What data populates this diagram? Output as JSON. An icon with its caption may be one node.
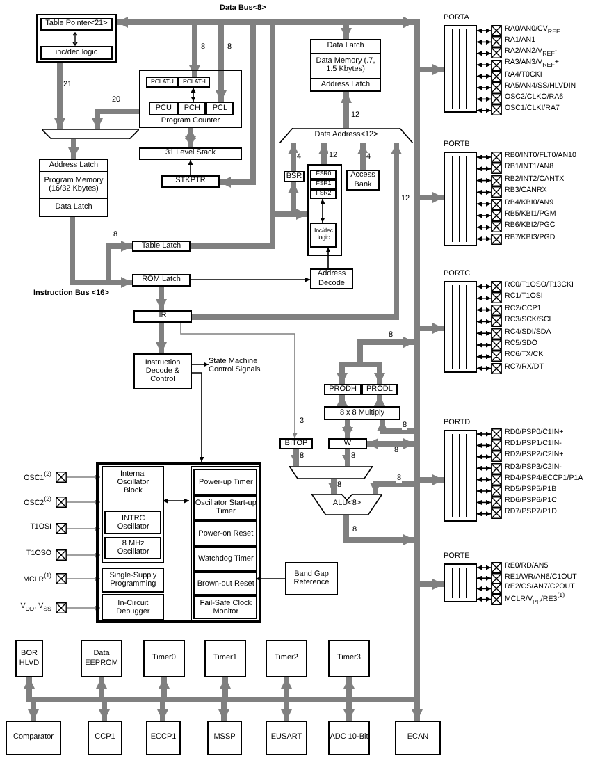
{
  "diagram": {
    "nodes": [
      {
        "text": [
          "Table Pointer<21>",
          "inc/dec logic"
        ]
      },
      {
        "text": [
          "Program Counter"
        ]
      },
      {
        "text": [
          "PCLATU"
        ],
        "in": 1
      },
      {
        "text": [
          "PCLATH"
        ],
        "in": 1
      },
      {
        "text": [
          "PCU"
        ],
        "in": 1
      },
      {
        "text": [
          "PCH"
        ],
        "in": 1
      },
      {
        "text": [
          "PCL"
        ],
        "in": 1
      },
      {
        "text": [
          "31 Level Stack"
        ]
      },
      {
        "text": [
          "STKPTR"
        ]
      },
      {
        "text": [],
        "shape": "trapezoid"
      },
      {
        "text": [
          "Address Latch",
          "Program Memory (16/32 Kbytes)",
          "Data Latch"
        ]
      },
      {
        "text": [
          "Table Latch"
        ]
      },
      {
        "text": [
          "ROM Latch"
        ]
      },
      {
        "text": [
          "IR"
        ]
      },
      {
        "text": [
          "Instruction Decode & Control"
        ]
      },
      {
        "text": [
          "State Machine Control Signals"
        ]
      },
      {
        "text": [
          "Data Latch",
          "Data Memory (.7, 1.5 Kbytes)",
          "Address Latch"
        ]
      },
      {
        "text": [
          "Data Address<12>"
        ]
      },
      {
        "text": [
          "BSR"
        ]
      },
      {
        "text": [],
        "shape": "box"
      },
      {
        "text": [
          "FSR0"
        ],
        "in": 19
      },
      {
        "text": [
          "FSR1"
        ],
        "in": 19
      },
      {
        "text": [
          "FSR2"
        ],
        "in": 19
      },
      {
        "text": [
          "Inc/dec logic"
        ],
        "in": 19
      },
      {
        "text": [
          "Access Bank"
        ]
      },
      {
        "text": [
          "Address Decode"
        ]
      },
      {
        "text": [
          "PRODH"
        ]
      },
      {
        "text": [
          "PRODL"
        ]
      },
      {
        "text": [
          "8 x 8 Multiply"
        ]
      },
      {
        "text": [
          "BITOP"
        ]
      },
      {
        "text": [
          "W"
        ]
      },
      {
        "text": [],
        "shape": "trapezoid"
      },
      {
        "text": [
          "ALU<8>"
        ]
      },
      {
        "text": [],
        "shape": "box"
      },
      {
        "text": [
          "Internal Oscillator Block"
        ],
        "in": 33
      },
      {
        "text": [
          "INTRC Oscillator"
        ],
        "in": 34
      },
      {
        "text": [
          "8 MHz Oscillator"
        ],
        "in": 34
      },
      {
        "text": [
          "Single-Supply Programming"
        ],
        "in": 33
      },
      {
        "text": [
          "In-Circuit Debugger"
        ],
        "in": 33
      },
      {
        "text": [],
        "shape": "box",
        "in": 33
      },
      {
        "text": [
          "Power-up Timer"
        ],
        "in": 39
      },
      {
        "text": [
          "Oscillator Start-up Timer"
        ],
        "in": 39
      },
      {
        "text": [
          "Power-on Reset"
        ],
        "in": 39
      },
      {
        "text": [
          "Watchdog Timer"
        ],
        "in": 39
      },
      {
        "text": [
          "Brown-out Reset"
        ],
        "in": 39
      },
      {
        "text": [
          "Fail-Safe Clock Monitor"
        ],
        "in": 39
      },
      {
        "text": [
          "Band Gap Reference"
        ]
      },
      {
        "text": [
          "OSC1$^{(2)}$"
        ]
      },
      {
        "text": [
          "OSC2$^{(2)}$"
        ]
      },
      {
        "text": [
          "T1OSI"
        ]
      },
      {
        "text": [
          "T1OSO"
        ]
      },
      {
        "text": [
          "MCLR$^{(1)}$"
        ]
      },
      {
        "text": [
          "V$_{DD}$, V$_{SS}$"
        ]
      },
      {
        "text": [
          "PORTA"
        ]
      },
      {
        "text": [
          "RA0/AN0/CV$_{REF}$"
        ]
      },
      {
        "text": [
          "RA1/AN1"
        ]
      },
      {
        "text": [
          "RA2/AN2/V$_{REF}$-"
        ]
      },
      {
        "text": [
          "RA3/AN3/V$_{REF}$+"
        ]
      },
      {
        "text": [
          "RA4/T0CKI"
        ]
      },
      {
        "text": [
          "RA5/AN4/SS/HLVDIN"
        ]
      },
      {
        "text": [
          "OSC2/CLKO/RA6"
        ]
      },
      {
        "text": [
          "OSC1/CLKI/RA7"
        ]
      },
      {
        "text": [
          "PORTB"
        ]
      },
      {
        "text": [
          "RB0/INT0/FLT0/AN10"
        ]
      },
      {
        "text": [
          "RB1/INT1/AN8"
        ]
      },
      {
        "text": [
          "RB2/INT2/CANTX"
        ]
      },
      {
        "text": [
          "RB3/CANRX"
        ]
      },
      {
        "text": [
          "RB4/KBI0/AN9"
        ]
      },
      {
        "text": [
          "RB5/KBI1/PGM"
        ]
      },
      {
        "text": [
          "RB6/KBI2/PGC"
        ]
      },
      {
        "text": [
          "RB7/KBI3/PGD"
        ]
      },
      {
        "text": [
          "PORTC"
        ]
      },
      {
        "text": [
          "RC0/T1OSO/T13CKI"
        ]
      },
      {
        "text": [
          "RC1/T1OSI"
        ]
      },
      {
        "text": [
          "RC2/CCP1"
        ]
      },
      {
        "text": [
          "RC3/SCK/SCL"
        ]
      },
      {
        "text": [
          "RC4/SDI/SDA"
        ]
      },
      {
        "text": [
          "RC5/SDO"
        ]
      },
      {
        "text": [
          "RC6/TX/CK"
        ]
      },
      {
        "text": [
          "RC7/RX/DT"
        ]
      },
      {
        "text": [
          "PORTD"
        ]
      },
      {
        "text": [
          "RD0/PSP0/C1IN+"
        ]
      },
      {
        "text": [
          "RD1/PSP1/C1IN-"
        ]
      },
      {
        "text": [
          "RD2/PSP2/C2IN+"
        ]
      },
      {
        "text": [
          "RD3/PSP3/C2IN-"
        ]
      },
      {
        "text": [
          "RD4/PSP4/ECCP1/P1A"
        ]
      },
      {
        "text": [
          "RD5/PSP5/P1B"
        ]
      },
      {
        "text": [
          "RD6/PSP6/P1C"
        ]
      },
      {
        "text": [
          "RD7/PSP7/P1D"
        ]
      },
      {
        "text": [
          "PORTE"
        ]
      },
      {
        "text": [
          "RE0/RD/AN5"
        ]
      },
      {
        "text": [
          "RE1/WR/AN6/C1OUT"
        ]
      },
      {
        "text": [
          "RE2/CS/AN7/C2OUT"
        ]
      },
      {
        "text": [
          "MCLR/V$_{PP}$/RE3$^{(1)}$"
        ]
      },
      {
        "text": [
          "BOR HLVD"
        ]
      },
      {
        "text": [
          "Data EEPROM"
        ]
      },
      {
        "text": [
          "Timer0"
        ]
      },
      {
        "text": [
          "Timer1"
        ]
      },
      {
        "text": [
          "Timer2"
        ]
      },
      {
        "text": [
          "Timer3"
        ]
      },
      {
        "text": [
          "Comparator"
        ]
      },
      {
        "text": [
          "CCP1"
        ]
      },
      {
        "text": [
          "ECCP1"
        ]
      },
      {
        "text": [
          "MSSP"
        ]
      },
      {
        "text": [
          "EUSART"
        ]
      },
      {
        "text": [
          "ADC 10-Bit"
        ]
      },
      {
        "text": [
          "ECAN"
        ]
      },
      {
        "text": [],
        "shape": "bar"
      }
    ],
    "edges": [
      {
        "from": 0,
        "to": 9,
        "arrow": "to",
        "label": "21",
        "style": "thick"
      },
      {
        "from": 1,
        "to": 9,
        "arrow": "to",
        "label": "20",
        "style": "thick"
      },
      {
        "from": 9,
        "to": 10,
        "arrow": "to",
        "style": "thick"
      },
      {
        "from": 1,
        "to": 7,
        "arrow": "both",
        "style": "thick"
      },
      {
        "from": 8,
        "to": 7,
        "arrow": "to",
        "color": "#000000"
      },
      {
        "from": 3,
        "to": 5,
        "arrow": "both",
        "color": "#000000"
      },
      {
        "from": 10,
        "to": 12,
        "arrow": "to",
        "style": "thick"
      },
      {
        "from": 10,
        "to": 11,
        "arrow": "to",
        "label": "8",
        "style": "thick"
      },
      {
        "from": 12,
        "to": 13,
        "arrow": "to",
        "style": "thick"
      },
      {
        "from": 13,
        "to": 14,
        "arrow": "to",
        "style": "thick"
      },
      {
        "from": 12,
        "to": 25,
        "arrow": "to",
        "color": "#000000"
      },
      {
        "from": 14,
        "to": 15,
        "arrow": "to",
        "color": "#000000"
      },
      {
        "from": 14,
        "to": 33,
        "arrow": "to",
        "color": "#000000"
      },
      {
        "from": 13,
        "to": 29,
        "arrow": "to",
        "label": "3"
      },
      {
        "from": 17,
        "to": 16,
        "arrow": "to",
        "label": "12",
        "style": "thick"
      },
      {
        "from": 18,
        "to": 17,
        "arrow": "to",
        "label": "4",
        "style": "thick"
      },
      {
        "from": 19,
        "to": 17,
        "arrow": "to",
        "label": "12",
        "style": "thick"
      },
      {
        "from": 24,
        "to": 17,
        "arrow": "to",
        "label": "4",
        "style": "thick"
      },
      {
        "from": 22,
        "to": 23,
        "arrow": "both",
        "color": "#000000"
      },
      {
        "from": 25,
        "to": 23,
        "arrow": "to",
        "color": "#000000"
      },
      {
        "from": 28,
        "to": 26,
        "arrow": "to",
        "style": "thick"
      },
      {
        "from": 28,
        "to": 27,
        "arrow": "to",
        "style": "thick"
      },
      {
        "from": 30,
        "to": 28,
        "arrow": "both",
        "style": "thick"
      },
      {
        "from": 29,
        "to": 31,
        "arrow": "to",
        "label": "8",
        "style": "thick"
      },
      {
        "from": 30,
        "to": 31,
        "arrow": "to",
        "label": "8",
        "style": "thick"
      },
      {
        "from": 31,
        "to": 32,
        "arrow": "to",
        "label": "8",
        "style": "thick"
      },
      {
        "from": 34,
        "to": 39,
        "arrow": "both",
        "color": "#000000"
      },
      {
        "from": 46,
        "to": 44,
        "arrow": "to",
        "color": "#000000"
      },
      {
        "from": 47,
        "to": 34,
        "arrow": "to"
      },
      {
        "from": 48,
        "to": 34,
        "arrow": "to"
      },
      {
        "from": 49,
        "to": 34,
        "arrow": "to"
      },
      {
        "from": 50,
        "to": 34,
        "arrow": "to"
      },
      {
        "from": 51,
        "to": 37,
        "arrow": "to"
      },
      {
        "from": 52,
        "to": 38,
        "arrow": "to"
      },
      {
        "from": 53,
        "to": 54,
        "arrow": "both",
        "color": "#000000"
      },
      {
        "from": 53,
        "to": 55,
        "arrow": "both",
        "color": "#000000"
      },
      {
        "from": 53,
        "to": 56,
        "arrow": "both",
        "color": "#000000"
      },
      {
        "from": 53,
        "to": 57,
        "arrow": "both",
        "color": "#000000"
      },
      {
        "from": 53,
        "to": 58,
        "arrow": "both",
        "color": "#000000"
      },
      {
        "from": 53,
        "to": 59,
        "arrow": "both",
        "color": "#000000"
      },
      {
        "from": 53,
        "to": 60,
        "arrow": "both",
        "color": "#000000"
      },
      {
        "from": 53,
        "to": 61,
        "arrow": "both",
        "color": "#000000"
      },
      {
        "from": 62,
        "to": 63,
        "arrow": "both",
        "color": "#000000"
      },
      {
        "from": 62,
        "to": 64,
        "arrow": "both",
        "color": "#000000"
      },
      {
        "from": 62,
        "to": 65,
        "arrow": "both",
        "color": "#000000"
      },
      {
        "from": 62,
        "to": 66,
        "arrow": "both",
        "color": "#000000"
      },
      {
        "from": 62,
        "to": 67,
        "arrow": "both",
        "color": "#000000"
      },
      {
        "from": 62,
        "to": 68,
        "arrow": "both",
        "color": "#000000"
      },
      {
        "from": 62,
        "to": 69,
        "arrow": "both",
        "color": "#000000"
      },
      {
        "from": 62,
        "to": 70,
        "arrow": "both",
        "color": "#000000"
      },
      {
        "from": 71,
        "to": 72,
        "arrow": "both",
        "color": "#000000"
      },
      {
        "from": 71,
        "to": 73,
        "arrow": "both",
        "color": "#000000"
      },
      {
        "from": 71,
        "to": 74,
        "arrow": "both",
        "color": "#000000"
      },
      {
        "from": 71,
        "to": 75,
        "arrow": "both",
        "color": "#000000"
      },
      {
        "from": 71,
        "to": 76,
        "arrow": "both",
        "color": "#000000"
      },
      {
        "from": 71,
        "to": 77,
        "arrow": "both",
        "color": "#000000"
      },
      {
        "from": 71,
        "to": 78,
        "arrow": "both",
        "color": "#000000"
      },
      {
        "from": 71,
        "to": 79,
        "arrow": "both",
        "color": "#000000"
      },
      {
        "from": 80,
        "to": 81,
        "arrow": "both",
        "color": "#000000"
      },
      {
        "from": 80,
        "to": 82,
        "arrow": "both",
        "color": "#000000"
      },
      {
        "from": 80,
        "to": 83,
        "arrow": "both",
        "color": "#000000"
      },
      {
        "from": 80,
        "to": 84,
        "arrow": "both",
        "color": "#000000"
      },
      {
        "from": 80,
        "to": 85,
        "arrow": "both",
        "color": "#000000"
      },
      {
        "from": 80,
        "to": 86,
        "arrow": "both",
        "color": "#000000"
      },
      {
        "from": 80,
        "to": 87,
        "arrow": "both",
        "color": "#000000"
      },
      {
        "from": 80,
        "to": 88,
        "arrow": "both",
        "color": "#000000"
      },
      {
        "from": 89,
        "to": 90,
        "arrow": "both",
        "color": "#000000"
      },
      {
        "from": 89,
        "to": 91,
        "arrow": "both",
        "color": "#000000"
      },
      {
        "from": 89,
        "to": 92,
        "arrow": "both",
        "color": "#000000"
      },
      {
        "from": 89,
        "to": 93,
        "arrow": "both",
        "color": "#000000"
      },
      {
        "from": 107,
        "to": 0,
        "arrow": "to",
        "style": "thick"
      },
      {
        "from": 107,
        "to": 3,
        "arrow": "both",
        "label": "8",
        "style": "thick"
      },
      {
        "from": 107,
        "to": 6,
        "arrow": "both",
        "label": "8",
        "style": "thick"
      },
      {
        "from": 107,
        "to": 16,
        "arrow": "to",
        "style": "thick"
      },
      {
        "from": 107,
        "to": 8,
        "arrow": "to",
        "style": "thick"
      },
      {
        "from": 11,
        "to": 107,
        "arrow": "to",
        "style": "thick"
      },
      {
        "from": 107,
        "to": 19,
        "arrow": "to",
        "style": "thick"
      },
      {
        "from": 107,
        "to": 18,
        "arrow": "to",
        "style": "thick"
      },
      {
        "from": 13,
        "to": 17,
        "arrow": "to",
        "label": "12",
        "style": "thick"
      },
      {
        "from": 107,
        "to": 26,
        "arrow": "both",
        "label": "8",
        "style": "thick"
      },
      {
        "from": 107,
        "to": 27,
        "arrow": "both",
        "style": "thick"
      },
      {
        "from": 107,
        "to": 28,
        "arrow": "to",
        "label": "8",
        "style": "thick"
      },
      {
        "from": 107,
        "to": 30,
        "arrow": "both",
        "label": "8",
        "style": "thick"
      },
      {
        "from": 107,
        "to": 32,
        "arrow": "to",
        "label": "8",
        "style": "thick"
      },
      {
        "from": 32,
        "to": 107,
        "arrow": "to",
        "label": "8",
        "style": "thick"
      },
      {
        "from": 107,
        "to": 53,
        "arrow": "to",
        "style": "thick"
      },
      {
        "from": 107,
        "to": 62,
        "arrow": "to",
        "style": "thick"
      },
      {
        "from": 107,
        "to": 71,
        "arrow": "to",
        "style": "thick"
      },
      {
        "from": 107,
        "to": 80,
        "arrow": "to",
        "style": "thick"
      },
      {
        "from": 107,
        "to": 89,
        "arrow": "to",
        "style": "thick"
      },
      {
        "from": 107,
        "to": 94,
        "arrow": "to",
        "style": "thick"
      },
      {
        "from": 107,
        "to": 95,
        "arrow": "to",
        "style": "thick"
      },
      {
        "from": 107,
        "to": 96,
        "arrow": "to",
        "style": "thick"
      },
      {
        "from": 107,
        "to": 97,
        "arrow": "to",
        "style": "thick"
      },
      {
        "from": 107,
        "to": 98,
        "arrow": "to",
        "style": "thick"
      },
      {
        "from": 107,
        "to": 99,
        "arrow": "to",
        "style": "thick"
      },
      {
        "from": 107,
        "to": 100,
        "arrow": "to",
        "style": "thick"
      },
      {
        "from": 107,
        "to": 101,
        "arrow": "to",
        "style": "thick"
      },
      {
        "from": 107,
        "to": 102,
        "arrow": "to",
        "style": "thick"
      },
      {
        "from": 107,
        "to": 103,
        "arrow": "to",
        "style": "thick"
      },
      {
        "from": 107,
        "to": 104,
        "arrow": "to",
        "style": "thick"
      },
      {
        "from": 107,
        "to": 105,
        "arrow": "to",
        "style": "thick"
      },
      {
        "from": 107,
        "to": 106,
        "arrow": "to",
        "style": "thick"
      }
    ],
    "labels": [
      "Data Bus<8>",
      "Instruction Bus <16>"
    ]
  }
}
